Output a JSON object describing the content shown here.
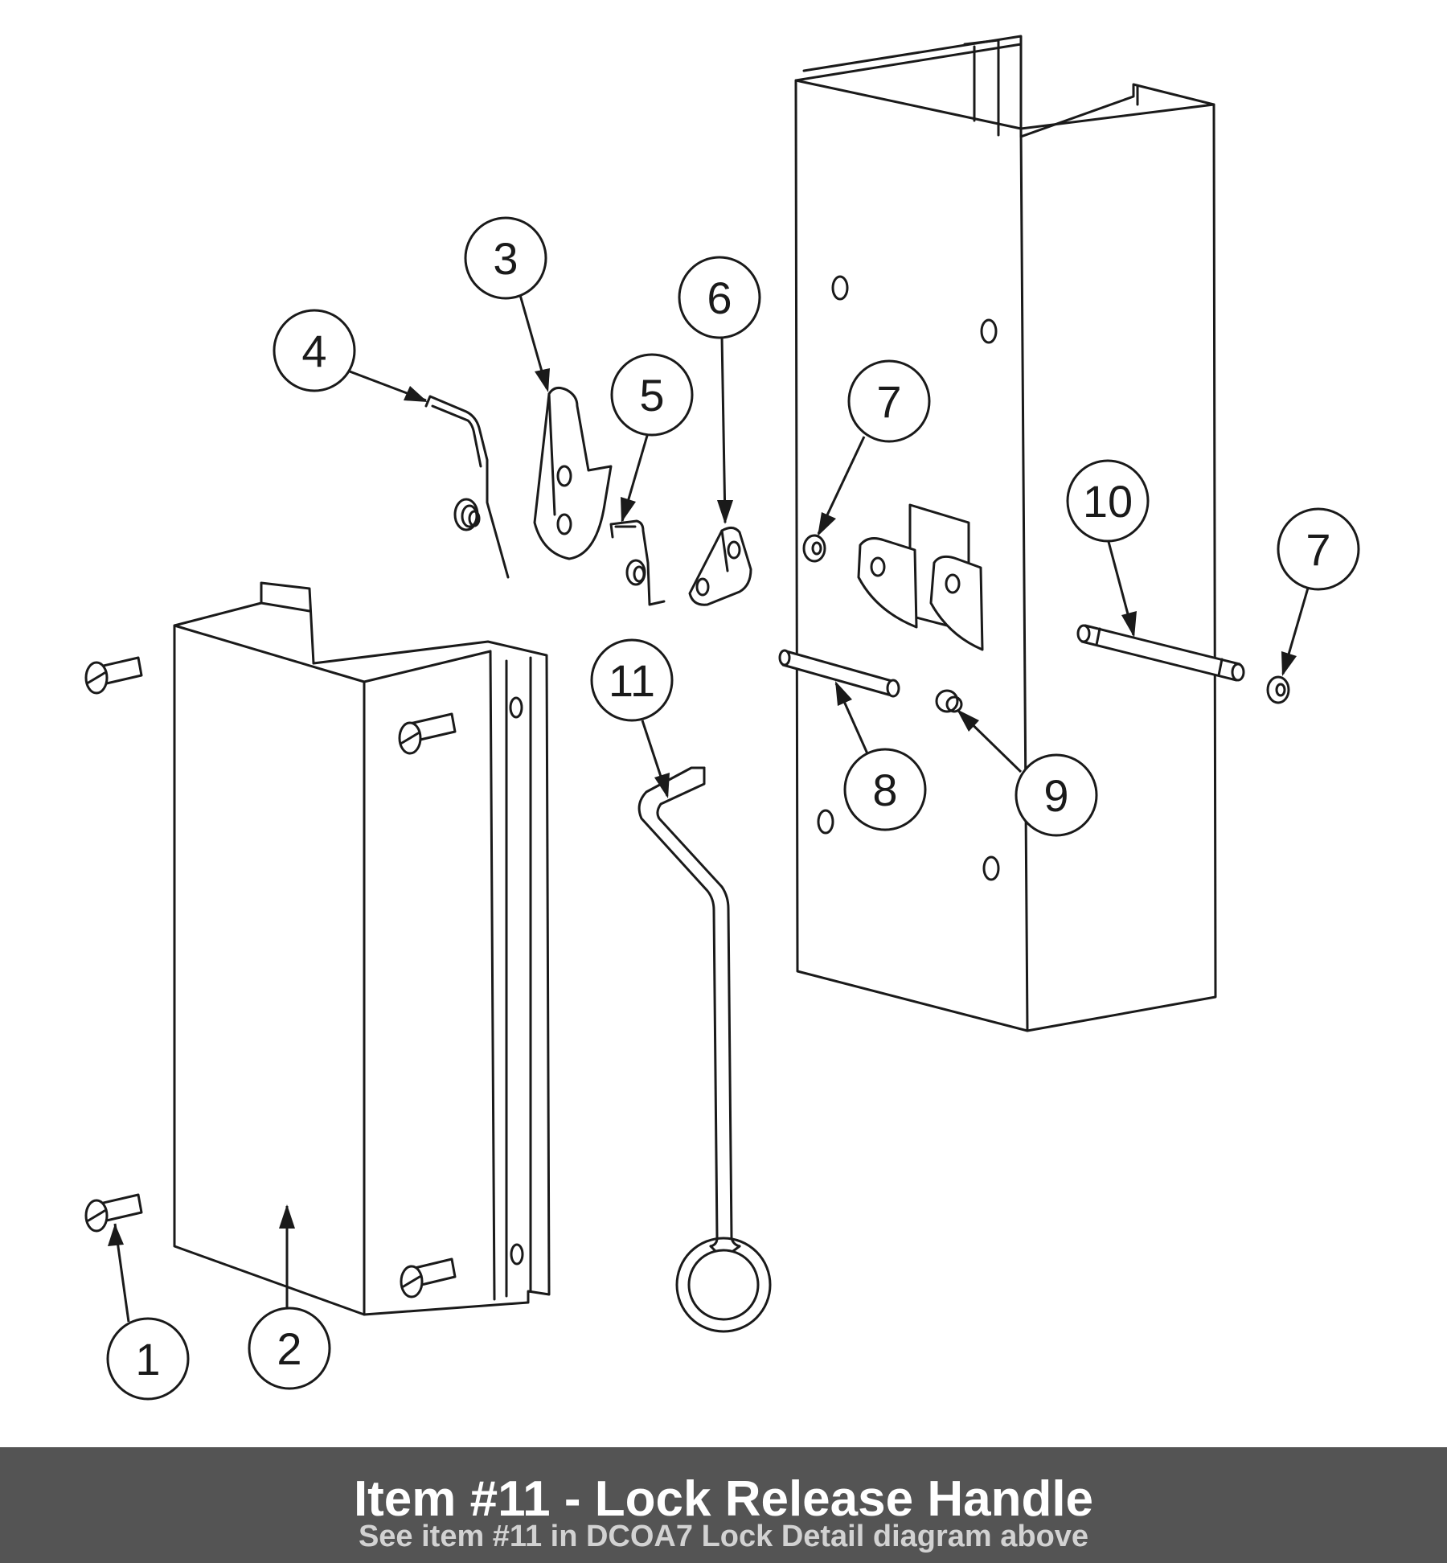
{
  "callouts": [
    {
      "id": "1",
      "label": "1"
    },
    {
      "id": "2",
      "label": "2"
    },
    {
      "id": "3",
      "label": "3"
    },
    {
      "id": "4",
      "label": "4"
    },
    {
      "id": "5",
      "label": "5"
    },
    {
      "id": "6",
      "label": "6"
    },
    {
      "id": "7a",
      "label": "7"
    },
    {
      "id": "7b",
      "label": "7"
    },
    {
      "id": "8",
      "label": "8"
    },
    {
      "id": "9",
      "label": "9"
    },
    {
      "id": "10",
      "label": "10"
    },
    {
      "id": "11",
      "label": "11"
    }
  ],
  "caption": {
    "title": "Item #11 - Lock Release Handle",
    "subtitle": "See item #11 in DCOA7 Lock Detail diagram above"
  },
  "colors": {
    "line": "#1a1a1a",
    "caption_bar": "#545454",
    "caption_title": "#ffffff",
    "caption_subtitle": "#d2d2d2"
  }
}
